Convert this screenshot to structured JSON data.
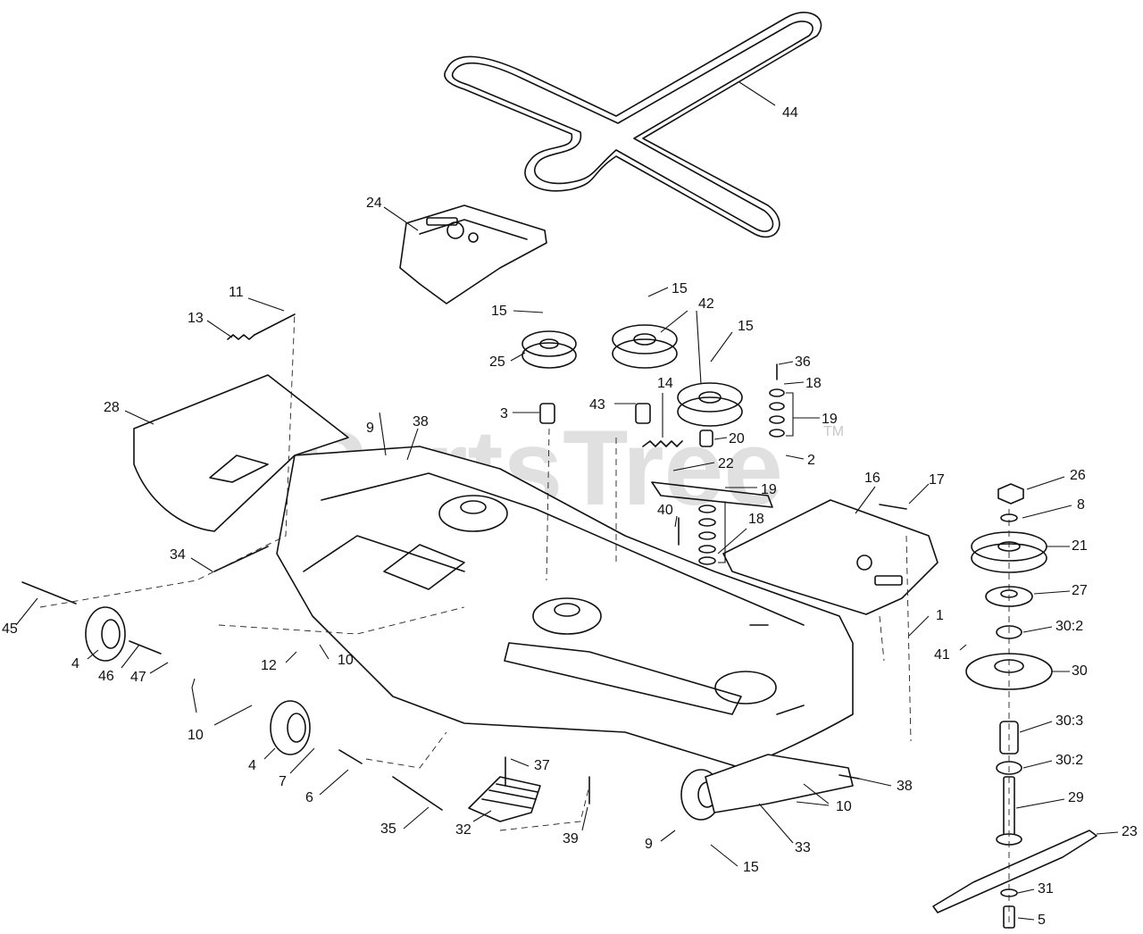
{
  "watermark": {
    "text": "PartsTree",
    "tm": "TM"
  },
  "callouts": [
    {
      "label": "44"
    },
    {
      "label": "24"
    },
    {
      "label": "11"
    },
    {
      "label": "13"
    },
    {
      "label": "28"
    },
    {
      "label": "9"
    },
    {
      "label": "38"
    },
    {
      "label": "15"
    },
    {
      "label": "25"
    },
    {
      "label": "3"
    },
    {
      "label": "15"
    },
    {
      "label": "42"
    },
    {
      "label": "43"
    },
    {
      "label": "14"
    },
    {
      "label": "15"
    },
    {
      "label": "36"
    },
    {
      "label": "18"
    },
    {
      "label": "19"
    },
    {
      "label": "20"
    },
    {
      "label": "2"
    },
    {
      "label": "22"
    },
    {
      "label": "19"
    },
    {
      "label": "40"
    },
    {
      "label": "18"
    },
    {
      "label": "16"
    },
    {
      "label": "17"
    },
    {
      "label": "26"
    },
    {
      "label": "8"
    },
    {
      "label": "21"
    },
    {
      "label": "27"
    },
    {
      "label": "30:2"
    },
    {
      "label": "41"
    },
    {
      "label": "30"
    },
    {
      "label": "30:3"
    },
    {
      "label": "30:2"
    },
    {
      "label": "29"
    },
    {
      "label": "23"
    },
    {
      "label": "31"
    },
    {
      "label": "5"
    },
    {
      "label": "34"
    },
    {
      "label": "45"
    },
    {
      "label": "4"
    },
    {
      "label": "46"
    },
    {
      "label": "47"
    },
    {
      "label": "12"
    },
    {
      "label": "10"
    },
    {
      "label": "10"
    },
    {
      "label": "4"
    },
    {
      "label": "7"
    },
    {
      "label": "6"
    },
    {
      "label": "1"
    },
    {
      "label": "37"
    },
    {
      "label": "38"
    },
    {
      "label": "10"
    },
    {
      "label": "35"
    },
    {
      "label": "32"
    },
    {
      "label": "39"
    },
    {
      "label": "9"
    },
    {
      "label": "33"
    },
    {
      "label": "15"
    }
  ]
}
